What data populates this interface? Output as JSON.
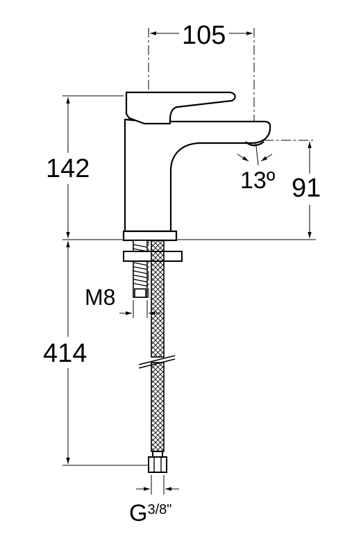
{
  "dimensions": {
    "spout_reach": "105",
    "body_height": "142",
    "spout_height": "91",
    "spout_angle": "13º",
    "stud_thread": "M8",
    "hose_length": "414",
    "hose_connection_prefix": "G",
    "hose_connection_fraction": "3/8\""
  },
  "colors": {
    "line": "#000000",
    "background": "#ffffff"
  }
}
